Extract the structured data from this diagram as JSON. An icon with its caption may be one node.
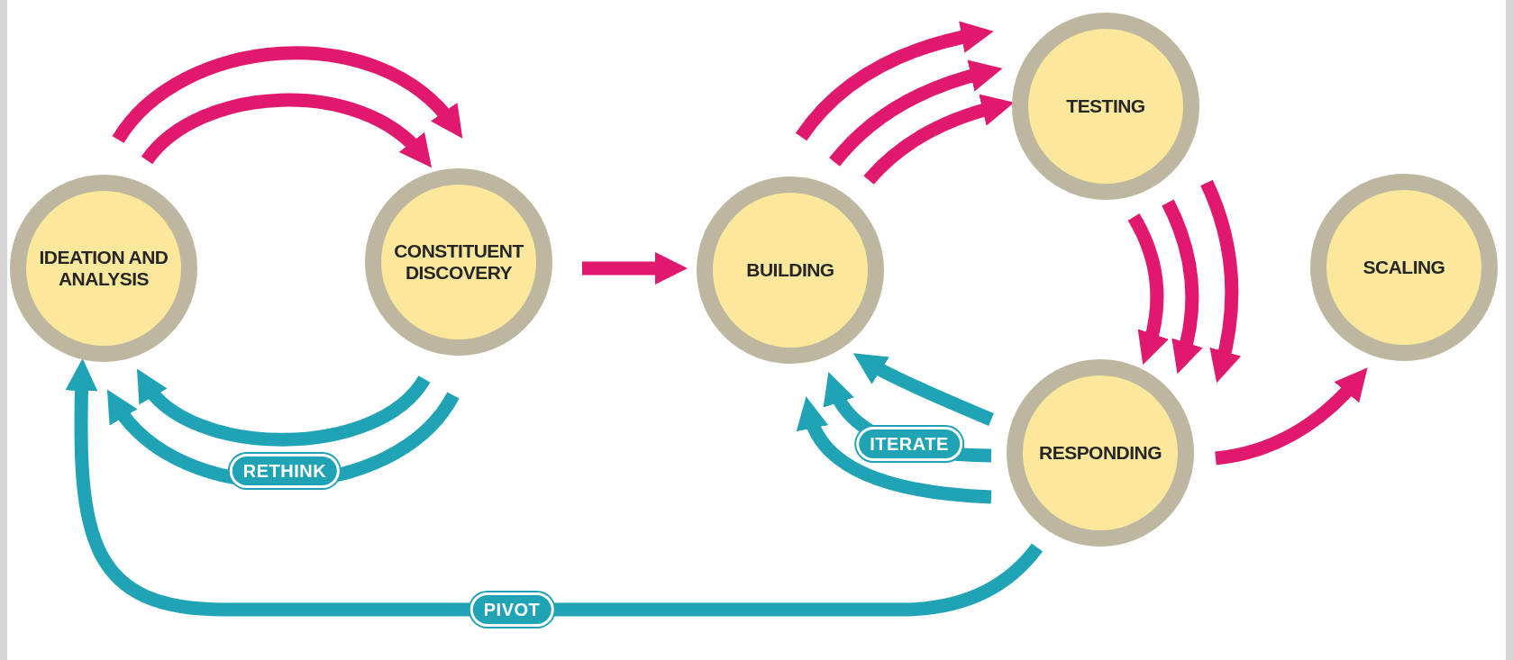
{
  "diagram": {
    "nodes": [
      {
        "text": [
          "IDEATION AND ANALYSIS"
        ]
      },
      {
        "text": [
          "CONSTITUENT DISCOVERY"
        ]
      },
      {
        "text": [
          "BUILDING"
        ]
      },
      {
        "text": [
          "TESTING"
        ]
      },
      {
        "text": [
          "SCALING"
        ]
      },
      {
        "text": [
          "RESPONDING"
        ]
      }
    ],
    "edges": [
      {
        "from": 0,
        "to": 1,
        "arrow": "to"
      },
      {
        "from": 0,
        "to": 1,
        "arrow": "to"
      },
      {
        "from": 1,
        "to": 2,
        "arrow": "to"
      },
      {
        "from": 2,
        "to": 3,
        "arrow": "to"
      },
      {
        "from": 2,
        "to": 3,
        "arrow": "to"
      },
      {
        "from": 2,
        "to": 3,
        "arrow": "to"
      },
      {
        "from": 3,
        "to": 5,
        "arrow": "to"
      },
      {
        "from": 3,
        "to": 5,
        "arrow": "to"
      },
      {
        "from": 3,
        "to": 5,
        "arrow": "to"
      },
      {
        "from": 5,
        "to": 4,
        "arrow": "to"
      },
      {
        "from": 1,
        "to": 0,
        "arrow": "to",
        "label": "RETHINK",
        "color": "#1fa3b5"
      },
      {
        "from": 1,
        "to": 0,
        "arrow": "to",
        "color": "#1fa3b5"
      },
      {
        "from": 5,
        "to": 2,
        "arrow": "to",
        "color": "#1fa3b5"
      },
      {
        "from": 5,
        "to": 2,
        "arrow": "to",
        "label": "ITERATE",
        "color": "#1fa3b5"
      },
      {
        "from": 5,
        "to": 2,
        "arrow": "to",
        "color": "#1fa3b5"
      },
      {
        "from": 5,
        "to": 0,
        "arrow": "to",
        "label": "PIVOT",
        "color": "#1fa3b5"
      }
    ]
  }
}
